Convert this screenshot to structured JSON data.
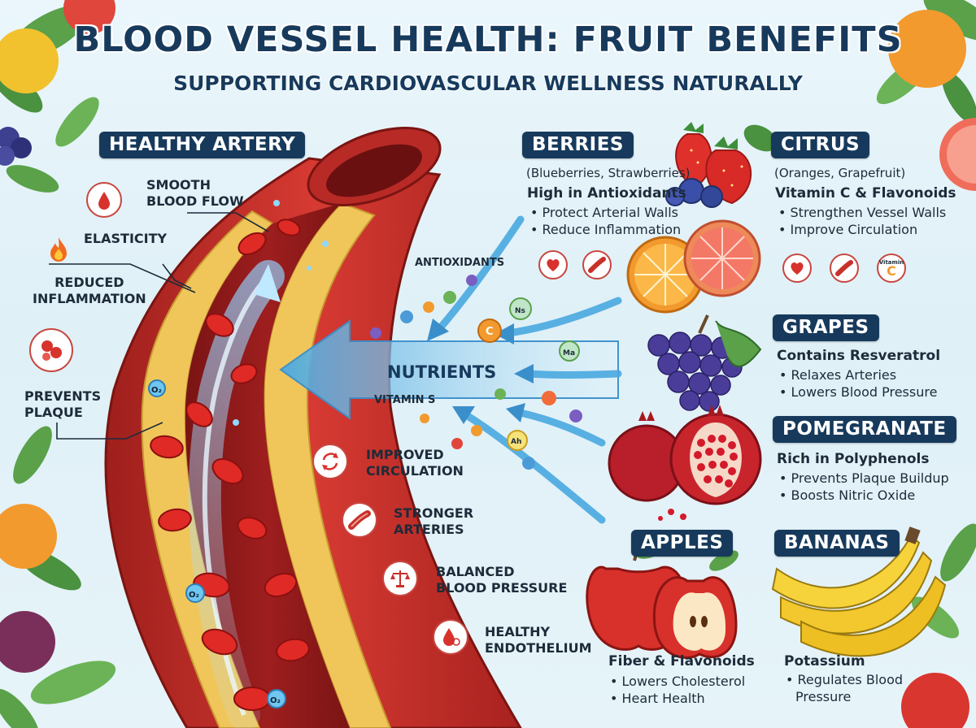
{
  "title": "BLOOD VESSEL HEALTH: FRUIT BENEFITS",
  "subtitle": "SUPPORTING CARDIOVASCULAR WELLNESS NATURALLY",
  "artery": {
    "heading": "HEALTHY ARTERY",
    "labels": {
      "smooth_flow": [
        "SMOOTH",
        "BLOOD FLOW"
      ],
      "elasticity": "ELASTICITY",
      "reduced_inflammation": [
        "REDUCED",
        "INFLAMMATION"
      ],
      "prevents_plaque": [
        "PREVENTS",
        "PLAQUE"
      ]
    }
  },
  "flow": {
    "antioxidants": "ANTIOXIDANTS",
    "nutrients": "NUTRIENTS",
    "vitamin": "VITAMIN S",
    "particles": {
      "c": "C",
      "ns": "Ns",
      "ma": "Ma",
      "ah": "Ah"
    }
  },
  "benefits": [
    {
      "lines": [
        "IMPROVED",
        "CIRCULATION"
      ],
      "icon": "circulation-arrows-icon"
    },
    {
      "lines": [
        "STRONGER",
        "ARTERIES"
      ],
      "icon": "artery-icon"
    },
    {
      "lines": [
        "BALANCED",
        "BLOOD PRESSURE"
      ],
      "icon": "scale-icon"
    },
    {
      "lines": [
        "HEALTHY",
        "ENDOTHELIUM"
      ],
      "icon": "drop-icon"
    }
  ],
  "fruits": {
    "berries": {
      "title": "BERRIES",
      "sub": "(Blueberries, Strawberries)",
      "headline": "High in Antioxidants",
      "bullets": [
        "• Protect Arterial Walls",
        "• Reduce Inflammation"
      ]
    },
    "citrus": {
      "title": "CITRUS",
      "sub": "(Oranges, Grapefruit)",
      "headline": "Vitamin C & Flavonoids",
      "bullets": [
        "• Strengthen Vessel Walls",
        "• Improve Circulation"
      ],
      "vitamin_icon_text": "Vitamin",
      "vitamin_letter": "C"
    },
    "grapes": {
      "title": "GRAPES",
      "headline": "Contains Resveratrol",
      "bullets": [
        "• Relaxes Arteries",
        "• Lowers Blood Pressure"
      ]
    },
    "pomegranate": {
      "title": "POMEGRANATE",
      "headline": "Rich in Polyphenols",
      "bullets": [
        "• Prevents Plaque Buildup",
        "• Boosts Nitric Oxide"
      ]
    },
    "apples": {
      "title": "APPLES",
      "headline": "Fiber & Flavonoids",
      "bullets": [
        "• Lowers Cholesterol",
        "• Heart Health"
      ]
    },
    "bananas": {
      "title": "BANANAS",
      "headline": "Potassium",
      "bullets": [
        "• Regulates Blood",
        "Pressure"
      ]
    }
  },
  "colors": {
    "navy": "#173a5c",
    "artery_red": "#c8302b",
    "plaque": "#f0c65a",
    "flow_blue": "#5ab4e6"
  },
  "o2_label": "O₂"
}
